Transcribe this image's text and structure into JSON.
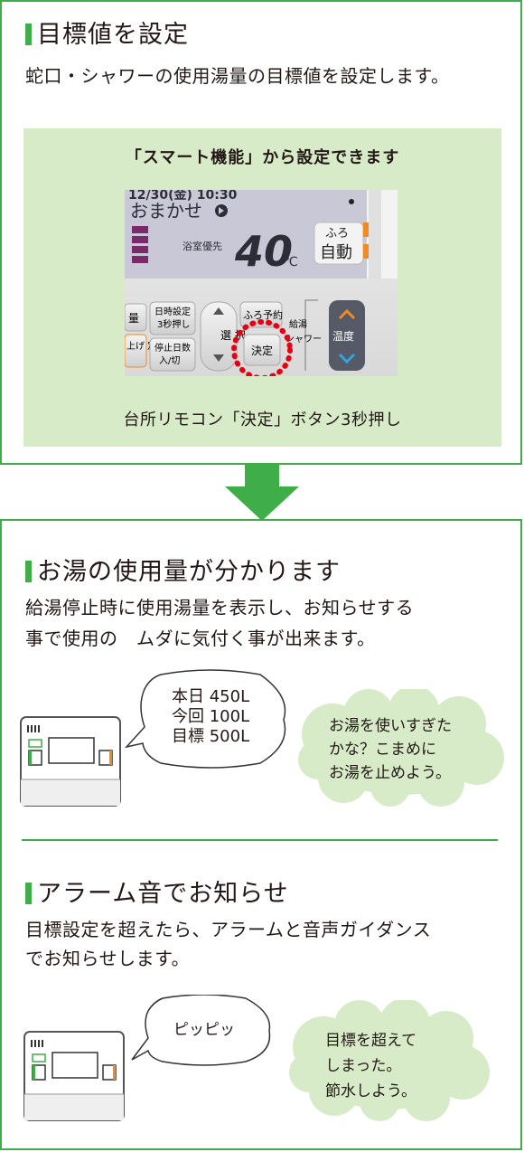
{
  "section1": {
    "heading": "目標値を設定",
    "desc": "蛇口・シャワーの使用湯量の目標値を設定します。",
    "panel_title": "「スマート機能」から設定できます",
    "remote": {
      "date": "12/30(金)  10:30",
      "mode": "おまかせ",
      "priority": "浴室優先",
      "temp": "40",
      "unit": "℃",
      "furo": "ふろ",
      "auto": "自動",
      "btn_set_time": "日時設定 3秒押し",
      "btn_furo_yoyaku": "ふろ予約",
      "btn_select": "選 択",
      "btn_decide": "決定",
      "btn_stop_days": "停止日数 入/切",
      "btn_kyuto": "給湯 シャワー",
      "btn_temp": "温度",
      "btn_partial_left_top": "量",
      "btn_partial_left_bottom": "上げ 定"
    },
    "panel_caption": "台所リモコン「決定」ボタン3秒押し"
  },
  "section2": {
    "heading": "お湯の使用量が分かります",
    "desc_line1": "給湯停止時に使用湯量を表示し、お知らせする",
    "desc_line2": "事で使用の　ムダに気付く事が出来ます。",
    "bubble_lines": [
      "本日 450L",
      "今回 100L",
      "目標 500L"
    ],
    "cloud_lines": [
      "お湯を使いすぎた",
      "かな？こまめに",
      "お湯を止めよう。"
    ]
  },
  "section3": {
    "heading": "アラーム音でお知らせ",
    "desc_line1": "目標設定を超えたら、アラームと音声ガイダンス",
    "desc_line2": "でお知らせします。",
    "bubble": "ピッピッ",
    "cloud_lines": [
      "目標を超えて",
      "しまった。",
      "節水しよう。"
    ]
  },
  "colors": {
    "accent_green": "#3fae49",
    "panel_green": "#d7ebc9",
    "cloud_green": "#d7ebc9",
    "highlight_red": "#e60012",
    "remote_display": "#c7c6d4",
    "indicator_orange": "#f08a24"
  }
}
